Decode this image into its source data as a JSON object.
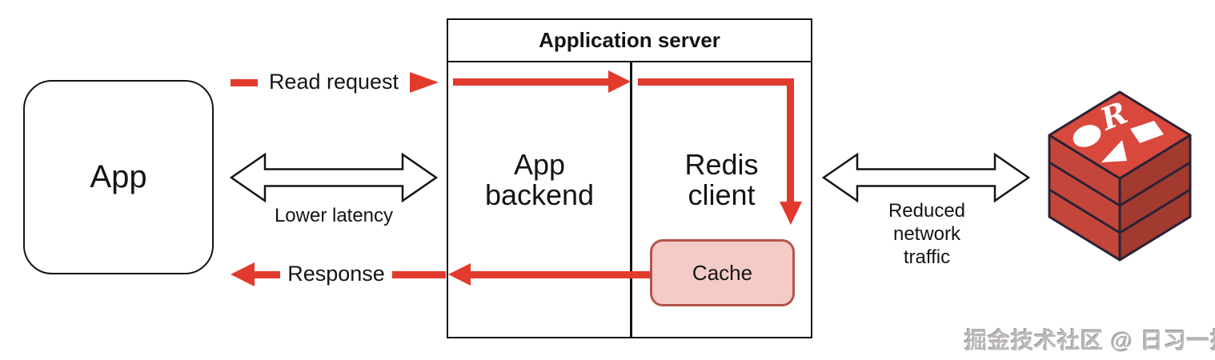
{
  "colors": {
    "arrow_red": "#e23a2c",
    "ink": "#141414",
    "cache_fill": "#f4cbc7",
    "cache_border": "#b5544c",
    "redis_top": "#d9483c",
    "redis_left": "#c4463a",
    "redis_right": "#a23a2f",
    "redis_outline": "#2a2235",
    "watermark_gray": "#bdb9b9"
  },
  "diagram": {
    "app_node": {
      "label": "App"
    },
    "arrows": {
      "read_request": "Read request",
      "response": "Response",
      "lower_latency": "Lower latency",
      "reduced_traffic": "Reduced network traffic"
    },
    "application_server": {
      "title": "Application server",
      "backend_label": "App backend",
      "redis_client_label": "Redis client",
      "cache_label": "Cache"
    },
    "redis_logo": {
      "letter": "R"
    },
    "watermark": "掘金技术社区 @ 日习一技"
  }
}
